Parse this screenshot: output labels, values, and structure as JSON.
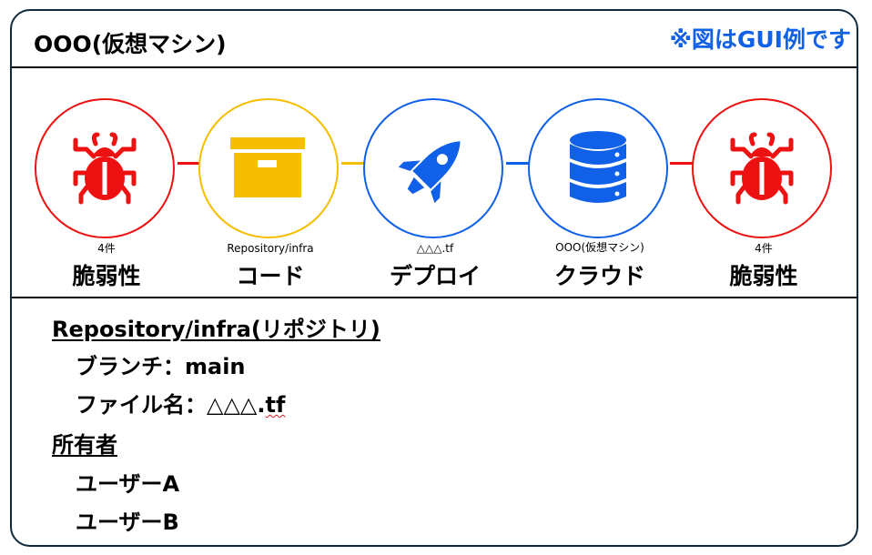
{
  "header": {
    "title": "OOO(仮想マシン)",
    "note": "※図はGUI例です",
    "note_color": "#1160e8"
  },
  "pipeline": {
    "nodes": [
      {
        "id": "vuln-left",
        "icon": "bug-icon",
        "color": "#ee1111",
        "sub": "4件",
        "label": "脆弱性"
      },
      {
        "id": "code",
        "icon": "archive-box-icon",
        "color": "#f5bf00",
        "sub": "Repository/infra",
        "label": "コード"
      },
      {
        "id": "deploy",
        "icon": "rocket-icon",
        "color": "#1160e8",
        "sub": "△△△.tf",
        "label": "デプロイ"
      },
      {
        "id": "cloud",
        "icon": "database-icon",
        "color": "#1160e8",
        "sub": "OOO(仮想マシン)",
        "label": "クラウド"
      },
      {
        "id": "vuln-right",
        "icon": "bug-icon",
        "color": "#ee1111",
        "sub": "4件",
        "label": "脆弱性"
      }
    ],
    "connectors": [
      {
        "color": "#ee1111"
      },
      {
        "color": "#f5bf00"
      },
      {
        "color": "#1160e8"
      },
      {
        "color": "#ee1111"
      }
    ]
  },
  "details": {
    "repo_heading": "Repository/infra(リポジトリ)",
    "branch": "ブランチ：main",
    "file_prefix": "ファイル名：△△△.",
    "file_ext": "tf",
    "owner_heading": "所有者",
    "owners": [
      "ユーザーA",
      "ユーザーB"
    ]
  }
}
